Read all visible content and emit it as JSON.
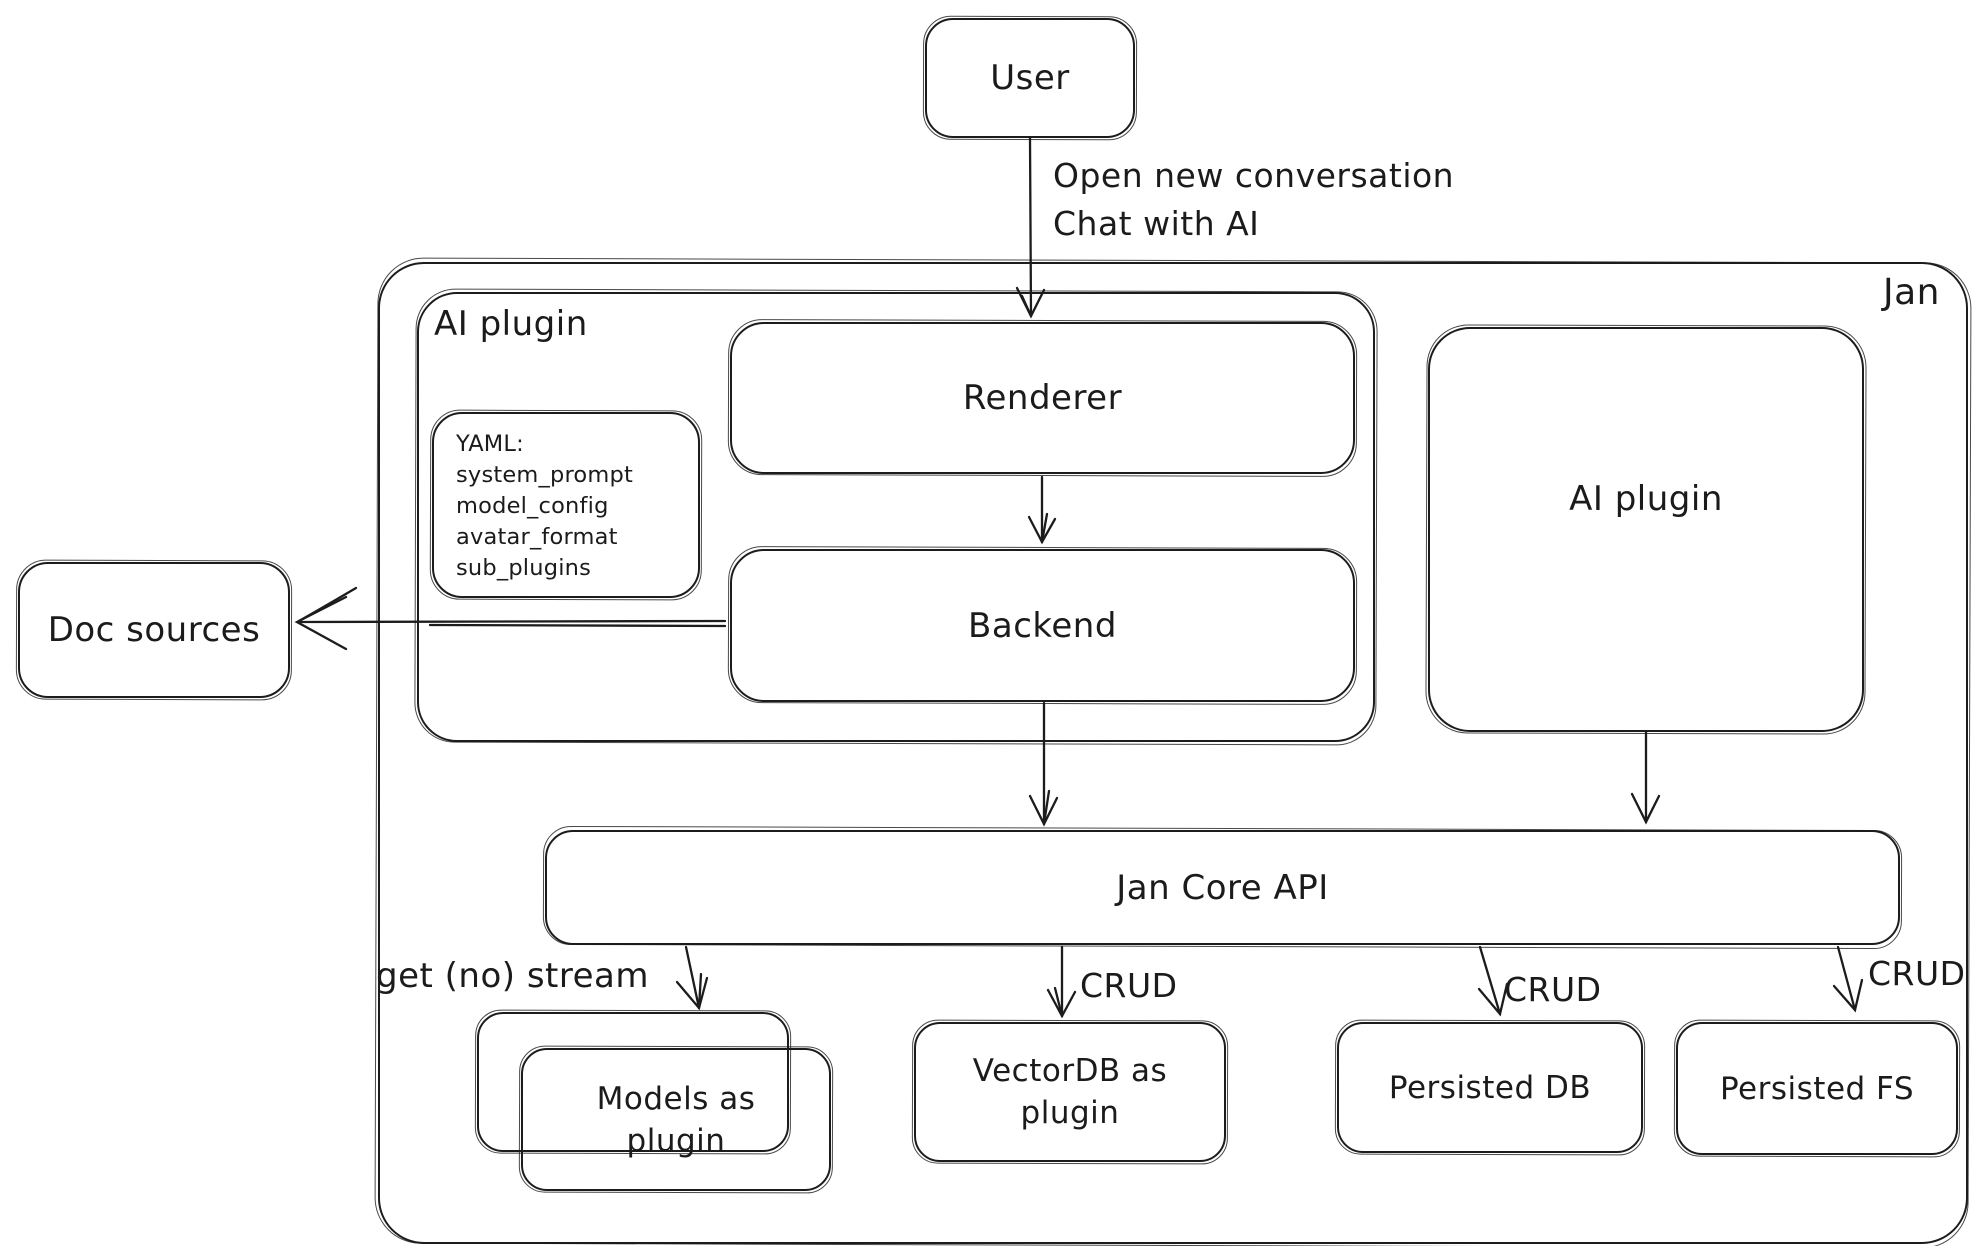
{
  "diagram": {
    "nodes": {
      "user": {
        "label": "User"
      },
      "jan_container": {
        "label": "Jan"
      },
      "ai_plugin_container": {
        "label": "AI plugin"
      },
      "renderer": {
        "label": "Renderer"
      },
      "backend": {
        "label": "Backend"
      },
      "yaml_note": {
        "title": "YAML:",
        "lines": [
          "system_prompt",
          "model_config",
          "avatar_format",
          "sub_plugins"
        ]
      },
      "doc_sources": {
        "label": "Doc sources"
      },
      "ai_plugin_right": {
        "label": "AI plugin"
      },
      "jan_core_api": {
        "label": "Jan Core API"
      },
      "models_as_plugin": {
        "label": "Models as plugin"
      },
      "vectordb_as_plugin": {
        "label": "VectorDB as plugin"
      },
      "persisted_db": {
        "label": "Persisted DB"
      },
      "persisted_fs": {
        "label": "Persisted FS"
      }
    },
    "edges": {
      "user_to_renderer": {
        "label": "Open new conversation\nChat with AI"
      },
      "core_api_to_models": {
        "label": "get (no) stream"
      },
      "core_api_to_vectordb": {
        "label": "CRUD"
      },
      "core_api_to_persisted_db": {
        "label": "CRUD"
      },
      "core_api_to_persisted_fs": {
        "label": "CRUD"
      }
    },
    "colors": {
      "stroke": "#1c1c1c",
      "background": "#ffffff"
    }
  }
}
